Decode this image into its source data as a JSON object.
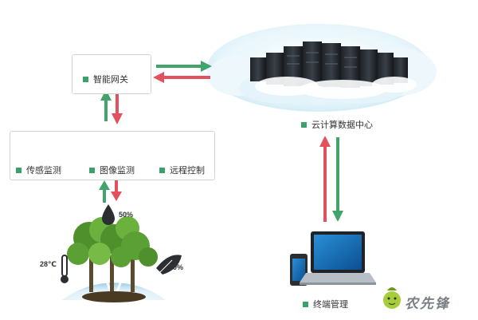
{
  "gateway": {
    "label": "智能网关"
  },
  "cloud": {
    "label": "云计算数据中心"
  },
  "monitors": [
    {
      "label": "传感监测"
    },
    {
      "label": "图像监测"
    },
    {
      "label": "远程控制"
    }
  ],
  "terminal": {
    "label": "终端管理"
  },
  "environment": {
    "humidity": "50%",
    "temperature": "28℃",
    "leaf_value": "20%"
  },
  "watermark": "农先锋",
  "colors": {
    "accent_green": "#3aa16a",
    "arrow_red": "#e2525e",
    "arrow_green": "#42a36b"
  }
}
